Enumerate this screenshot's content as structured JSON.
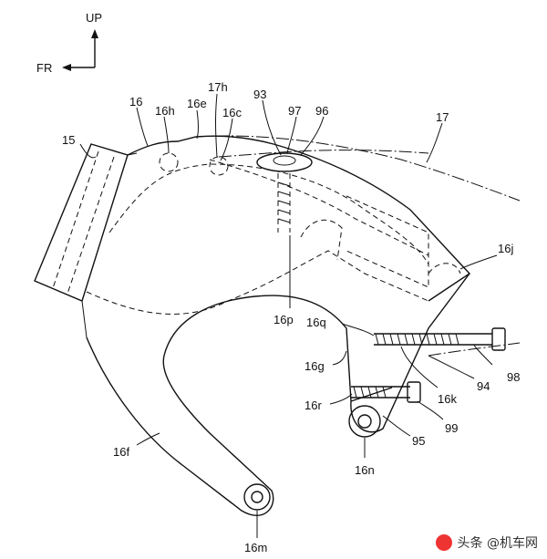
{
  "axes": {
    "up": "UP",
    "fr": "FR"
  },
  "labels": {
    "l15": "15",
    "l16": "16",
    "l16h": "16h",
    "l16e": "16e",
    "l17h": "17h",
    "l16c": "16c",
    "l93": "93",
    "l97": "97",
    "l96": "96",
    "l17": "17",
    "l16j": "16j",
    "l16p": "16p",
    "l16q": "16q",
    "l16g": "16g",
    "l98": "98",
    "l94": "94",
    "l16k": "16k",
    "l16r": "16r",
    "l99": "99",
    "l95": "95",
    "l16n": "16n",
    "l16f": "16f",
    "l16m": "16m"
  },
  "watermark": {
    "text": "头条 @机车网"
  }
}
